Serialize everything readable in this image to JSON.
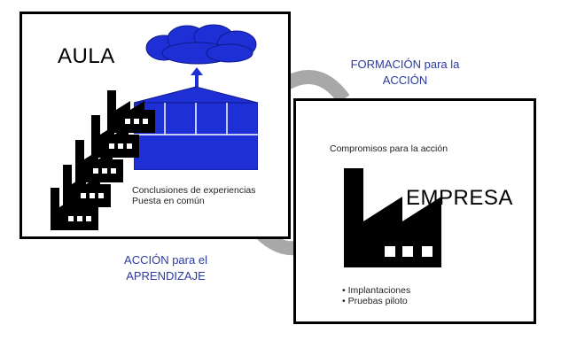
{
  "aula": {
    "title": "AULA",
    "notes": [
      "Conclusiones de experiencias",
      "Puesta en común"
    ]
  },
  "empresa": {
    "title": "EMPRESA",
    "header": "Compromisos para la acción",
    "bullets": [
      "Implantaciones",
      "Pruebas piloto"
    ]
  },
  "flows": {
    "top_line1": "FORMACIÓN para la",
    "top_line2": "ACCIÓN",
    "bottom_line1": "ACCIÓN para el",
    "bottom_line2": "APRENDIZAJE"
  },
  "colors": {
    "accent_blue": "#1f2fd6",
    "caption_blue": "#2a3a9e",
    "arrow_gray": "#a8a8a8",
    "black": "#000000"
  },
  "icons": [
    "cloud-icon",
    "arrow-up-icon",
    "building-icon",
    "factory-icon",
    "big-factory-icon",
    "cycle-arrow-icon"
  ]
}
